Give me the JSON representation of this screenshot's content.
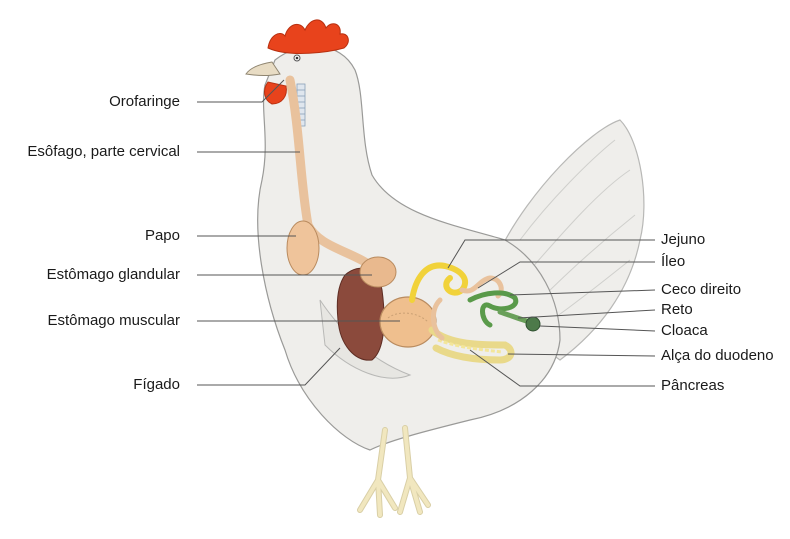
{
  "diagram": {
    "labels_left": [
      {
        "id": "orofaringe",
        "text": "Orofaringe"
      },
      {
        "id": "esofago",
        "text": "Esôfago, parte cervical"
      },
      {
        "id": "papo",
        "text": "Papo"
      },
      {
        "id": "estomago-glandular",
        "text": "Estômago glandular"
      },
      {
        "id": "estomago-muscular",
        "text": "Estômago muscular"
      },
      {
        "id": "figado",
        "text": "Fígado"
      }
    ],
    "labels_right": [
      {
        "id": "jejuno",
        "text": "Jejuno"
      },
      {
        "id": "ileo",
        "text": "Íleo"
      },
      {
        "id": "ceco-direito",
        "text": "Ceco direito"
      },
      {
        "id": "reto",
        "text": "Reto"
      },
      {
        "id": "cloaca",
        "text": "Cloaca"
      },
      {
        "id": "alca-duodeno",
        "text": "Alça do duodeno"
      },
      {
        "id": "pancreas",
        "text": "Pâncreas"
      }
    ]
  },
  "colors": {
    "body": "#efeeeb",
    "body_outline": "#9a9a98",
    "comb": "#e8431c",
    "wattle": "#e8431c",
    "beak": "#e8dcc4",
    "legs": "#f1e7bf",
    "digestive_tube": "#e9c29d",
    "liver": "#8b4a3c",
    "gizzard": "#efbf8e",
    "jejunum": "#f1d23a",
    "cecum": "#5a9a4a",
    "pancreas": "#f3e69a",
    "cloaca": "#4d7a4a",
    "leader_line": "#555555"
  }
}
